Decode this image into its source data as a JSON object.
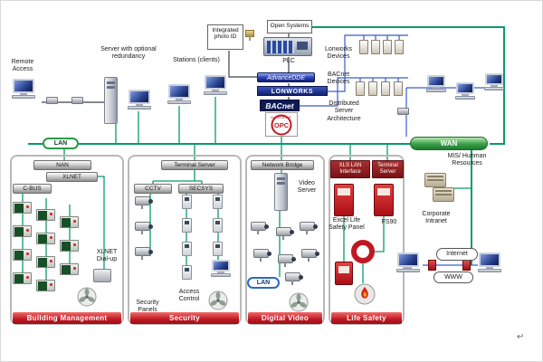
{
  "page": {
    "return_mark": "↵"
  },
  "top": {
    "remote_access": "Remote Access",
    "server_label": "Server with optional redundancy",
    "stations_label": "Stations (clients)",
    "integrated_photo_id": "Integrated photo ID",
    "open_systems": "Open Systems",
    "plc": "PLC",
    "advance_dde": "AdvanceDDE",
    "lonworks": "LONWORKS",
    "bacnet": "BACnet",
    "opc": "OPC",
    "opc_member": "MEMBER",
    "lonworks_devices": "Lonworks Devices",
    "bacnet_devices": "BACnet Devices",
    "distributed_server": "Distributed Server Architecture",
    "lan": "LAN",
    "wan": "WAN"
  },
  "right": {
    "mis": "MIS/ Hunman Resources",
    "corporate_intranet": "Corporate Intranet",
    "internet": "Internet",
    "www": "WWW"
  },
  "sections": {
    "building": {
      "title": "Building Management",
      "nan": "NAN",
      "xlnet": "XLNET",
      "cbus": "C-BUS",
      "xlnet_dialup": "XLNET Dial-up"
    },
    "security": {
      "title": "Security",
      "terminal_server": "Terminal Server",
      "cctv": "CCTV",
      "secsys": "SECSYS",
      "security_panels": "Security Panels",
      "access_control": "Access Control"
    },
    "video": {
      "title": "Digital Video",
      "network_bridge": "Network Bridge",
      "video_server": "Video Server",
      "lan": "LAN"
    },
    "safety": {
      "title": "Life Safety",
      "xls_lan": "XLS LAN Interface",
      "terminal_server": "Terminal Server",
      "excel_panel": "Excel Life Safety Panel",
      "fs90": "FS90"
    }
  },
  "colors": {
    "line_green": "#0a9a6a",
    "line_blue": "#3a5fc8",
    "section_red": "#c2242c",
    "banner_navy": "#0c1a56",
    "wan_green": "#39a048"
  }
}
